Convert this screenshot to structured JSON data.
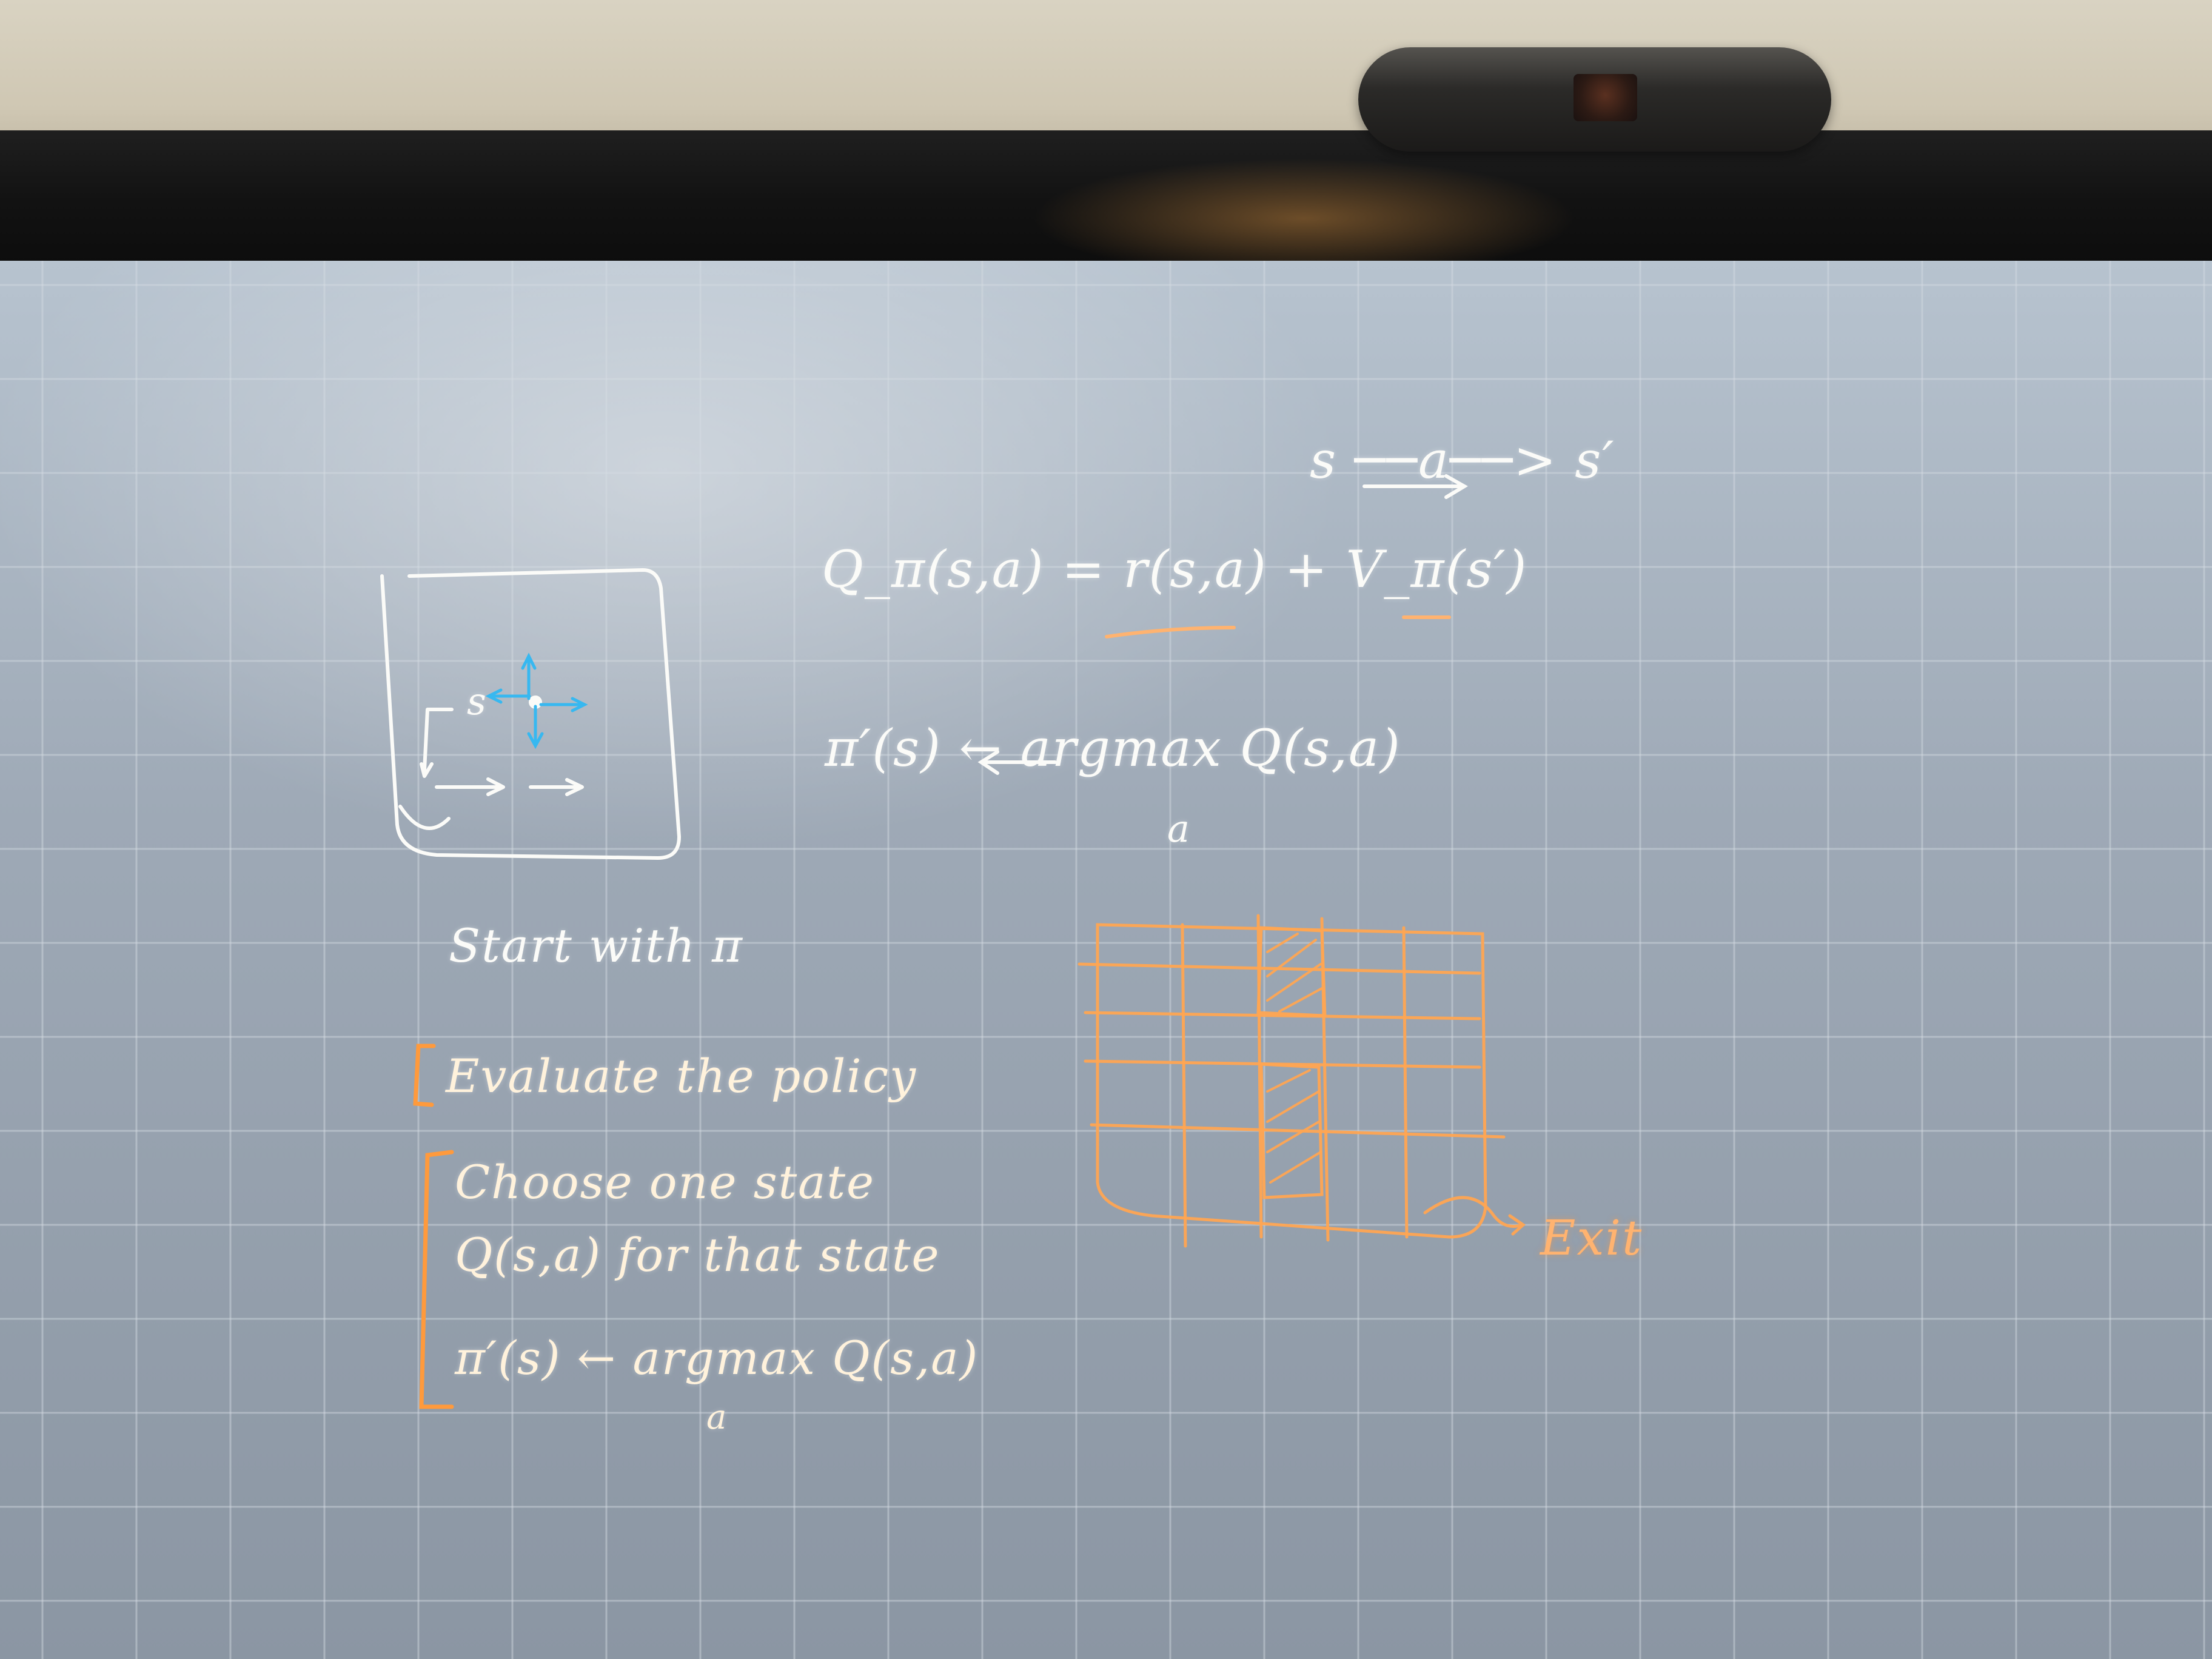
{
  "whiteboard": {
    "formulas": {
      "transition": "s ──a──> s′",
      "q_equation": "Q_π(s,a) = r(s,a) + V_π(s′)",
      "policy_update": "π′(s) ← argmax Q(s,a)",
      "policy_update_sub": "a"
    },
    "steps": {
      "start": "Start with π",
      "evaluate": "Evaluate the policy",
      "choose": "Choose one state",
      "q_for_state": "Q(s,a) for that state",
      "improve": "π′(s) ← argmax Q(s,a)",
      "improve_sub": "a"
    },
    "maze": {
      "state_label": "s"
    },
    "grid_sketch": {
      "exit_label": "Exit"
    }
  },
  "colors": {
    "ink_white": "#fbfbf8",
    "ink_orange": "#ffb370",
    "ink_blue": "#37b8f0",
    "screen": "#a8b4c1",
    "bezel": "#141414"
  }
}
